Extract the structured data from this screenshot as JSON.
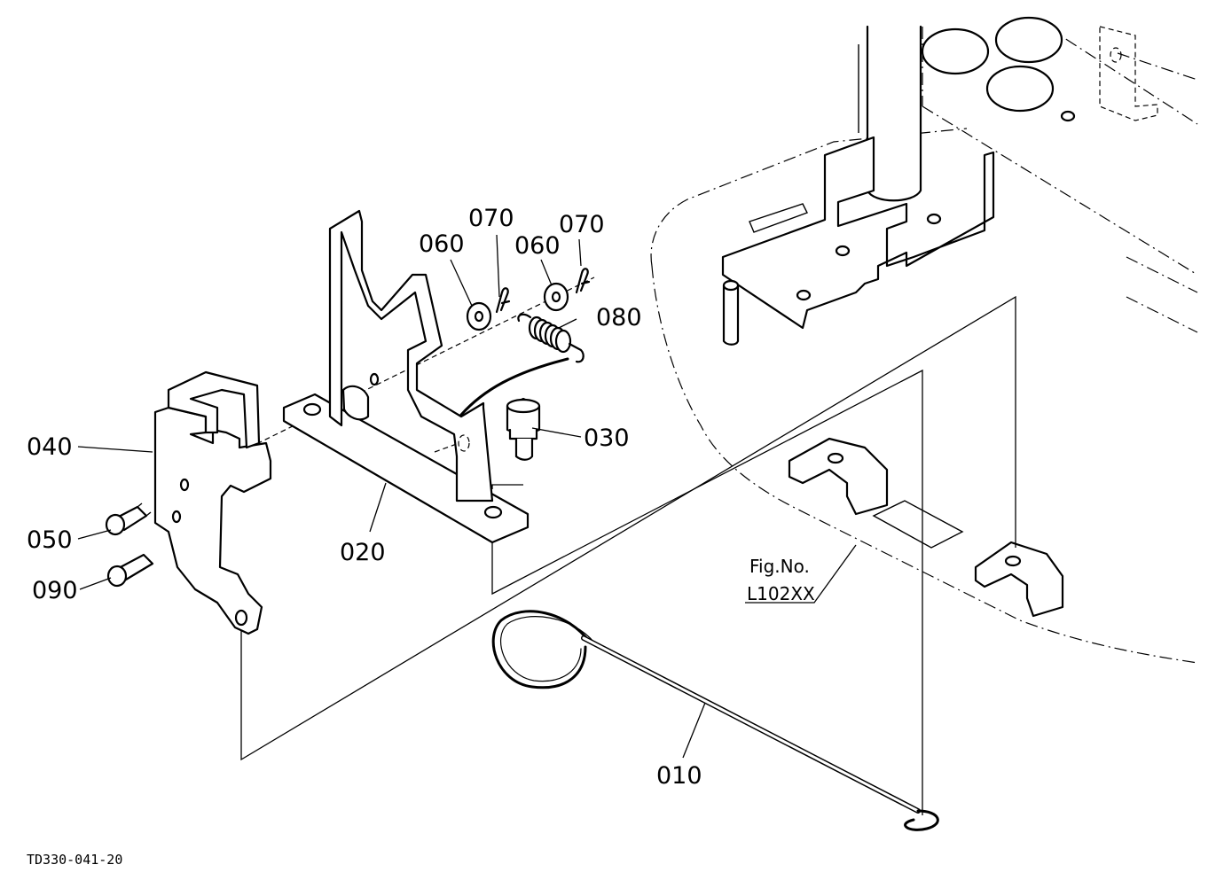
{
  "callouts": {
    "p010": "010",
    "p020": "020",
    "p030": "030",
    "p040": "040",
    "p050": "050",
    "p060a": "060",
    "p060b": "060",
    "p070a": "070",
    "p070b": "070",
    "p080": "080",
    "p090": "090"
  },
  "reference": {
    "fig_label": "Fig.No.",
    "fig_number": "L102XX"
  },
  "drawing_code": "TD330-041-20"
}
